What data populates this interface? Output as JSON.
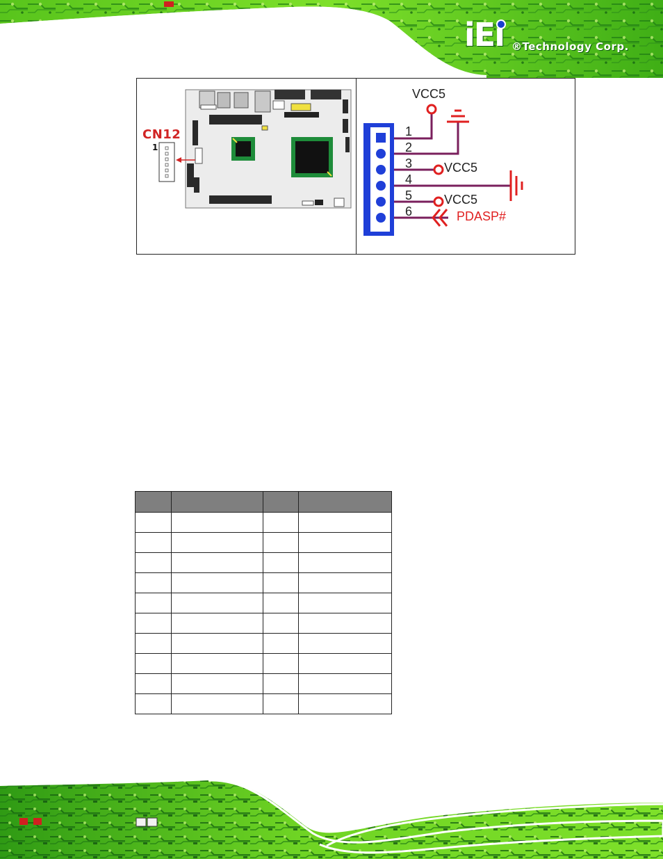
{
  "header": {
    "logo_mark": "iEi",
    "logo_text": "®Technology Corp."
  },
  "figure": {
    "connector_label": "CN12",
    "pin1_label": "1",
    "schematic": {
      "pin_numbers": [
        "1",
        "2",
        "3",
        "4",
        "5",
        "6"
      ],
      "net_vcc5_top": "VCC5",
      "net_vcc5_pin3": "VCC5",
      "net_vcc5_pin5": "VCC5",
      "net_pdasp": "PDASP#"
    },
    "colors": {
      "connector_blue": "#1f3fd8",
      "wire_purple": "#7a1f5c",
      "signal_red": "#e02020",
      "board_gray": "#e9e9e9",
      "chip_green": "#1e8c3a"
    }
  },
  "table": {
    "headers": [
      "",
      "",
      "",
      ""
    ],
    "rows": [
      [
        "",
        "",
        "",
        ""
      ],
      [
        "",
        "",
        "",
        ""
      ],
      [
        "",
        "",
        "",
        ""
      ],
      [
        "",
        "",
        "",
        ""
      ],
      [
        "",
        "",
        "",
        ""
      ],
      [
        "",
        "",
        "",
        ""
      ],
      [
        "",
        "",
        "",
        ""
      ],
      [
        "",
        "",
        "",
        ""
      ],
      [
        "",
        "",
        "",
        ""
      ],
      [
        "",
        "",
        "",
        ""
      ]
    ]
  },
  "banner_colors": {
    "green_light": "#7ee02a",
    "green_mid": "#3fae16",
    "green_dark": "#0f5a12",
    "swoosh": "#ffffff"
  }
}
